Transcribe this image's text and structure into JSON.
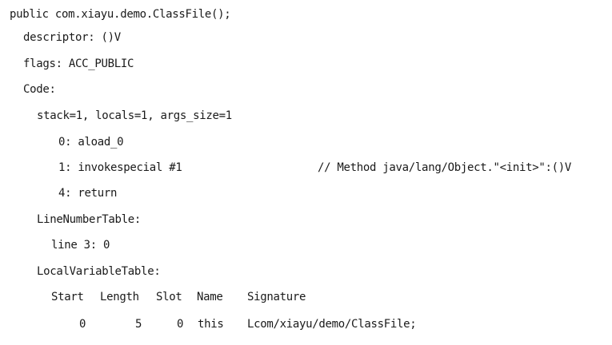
{
  "method_signature": "public com.xiayu.demo.ClassFile();",
  "descriptor": "descriptor: ()V",
  "flags": "flags: ACC_PUBLIC",
  "code_label": "Code:",
  "stack_info": "stack=1, locals=1, args_size=1",
  "instructions": [
    {
      "text": "0: aload_0",
      "comment": ""
    },
    {
      "text": "1: invokespecial #1",
      "comment": "// Method java/lang/Object.\"<init>\":()V"
    },
    {
      "text": "4: return",
      "comment": ""
    }
  ],
  "line_number_table": {
    "label": "LineNumberTable:",
    "entries": [
      "line 3: 0"
    ]
  },
  "local_variable_table": {
    "label": "LocalVariableTable:",
    "headers": [
      "Start",
      "Length",
      "Slot",
      "Name",
      "Signature"
    ],
    "rows": [
      [
        "0",
        "5",
        "0",
        "this",
        "Lcom/xiayu/demo/ClassFile;"
      ]
    ]
  }
}
